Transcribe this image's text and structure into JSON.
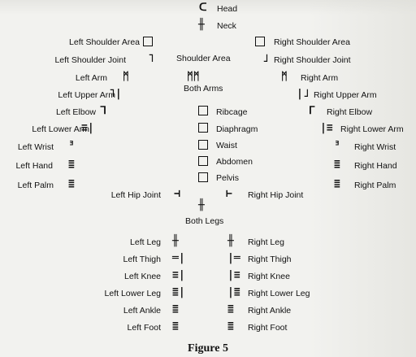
{
  "figure": {
    "caption": "Figure 5",
    "head": "Head",
    "neck": "Neck",
    "shoulder_area": "Shoulder Area",
    "both_arms": "Both Arms",
    "both_legs": "Both Legs",
    "left": {
      "shoulder_area": "Left Shoulder Area",
      "shoulder_joint": "Left Shoulder Joint",
      "arm": "Left Arm",
      "upper_arm": "Left Upper Arm",
      "elbow": "Left Elbow",
      "lower_arm": "Left Lower Arm",
      "wrist": "Left Wrist",
      "hand": "Left Hand",
      "palm": "Left Palm",
      "hip_joint": "Left Hip Joint",
      "leg": "Left Leg",
      "thigh": "Left Thigh",
      "knee": "Left Knee",
      "lower_leg": "Left Lower Leg",
      "ankle": "Left Ankle",
      "foot": "Left Foot"
    },
    "right": {
      "shoulder_area": "Right Shoulder Area",
      "shoulder_joint": "Right Shoulder Joint",
      "arm": "Right Arm",
      "upper_arm": "Right Upper Arm",
      "elbow": "Right Elbow",
      "lower_arm": "Right Lower Arm",
      "wrist": "Right Wrist",
      "hand": "Right Hand",
      "palm": "Right Palm",
      "hip_joint": "Right Hip Joint",
      "leg": "Right Leg",
      "thigh": "Right Thigh",
      "knee": "Right Knee",
      "lower_leg": "Right Lower Leg",
      "ankle": "Right Ankle",
      "foot": "Right Foot"
    },
    "torso": {
      "ribcage": "Ribcage",
      "diaphragm": "Diaphragm",
      "waist": "Waist",
      "abdomen": "Abdomen",
      "pelvis": "Pelvis"
    }
  }
}
